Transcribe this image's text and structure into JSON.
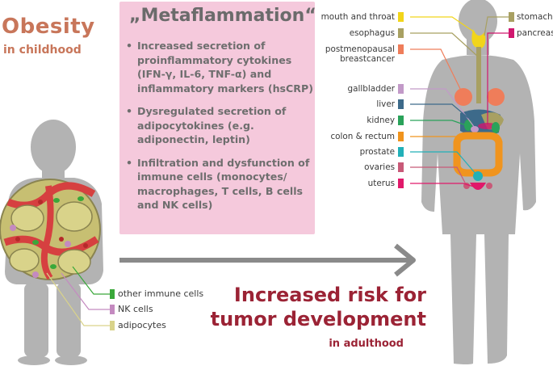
{
  "left": {
    "title": "Obesity",
    "subtitle": "in childhood"
  },
  "box": {
    "title": "„Metaflammation“",
    "items": [
      "Increased secretion of proinflammatory cytokines (IFN-γ, IL-6, TNF-α) and inflammatory markers (hsCRP)",
      "Dysregulated secretion of adipocytokines (e.g. adiponectin, leptin)",
      "Infiltration and dysfunction of immune cells (monocytes/ macrophages, T cells, B cells and NK cells)"
    ]
  },
  "bottom": {
    "line1": "Increased risk for",
    "line2": "tumor development",
    "subtitle": "in adulthood"
  },
  "legend": [
    {
      "label": "other immune cells",
      "color": "#3aa83a"
    },
    {
      "label": "NK cells",
      "color": "#c48ac0"
    },
    {
      "label": "adipocytes",
      "color": "#d9d38a"
    }
  ],
  "organs_left": [
    {
      "label": "mouth and throat",
      "color": "#f2d51a"
    },
    {
      "label": "esophagus",
      "color": "#a8a062"
    },
    {
      "label": "postmenopausal breastcancer",
      "color": "#ef7d5a"
    },
    {
      "label": "gallbladder",
      "color": "#c29ac8"
    },
    {
      "label": "liver",
      "color": "#3d6a8a"
    },
    {
      "label": "kidney",
      "color": "#2aa25a"
    },
    {
      "label": "colon & rectum",
      "color": "#f0941e"
    },
    {
      "label": "prostate",
      "color": "#22b0b8"
    },
    {
      "label": "ovaries",
      "color": "#c85a78"
    },
    {
      "label": "uterus",
      "color": "#e0196a"
    }
  ],
  "organs_right": [
    {
      "label": "stomach",
      "color": "#a8a062"
    },
    {
      "label": "pancreas",
      "color": "#d0176e"
    }
  ]
}
